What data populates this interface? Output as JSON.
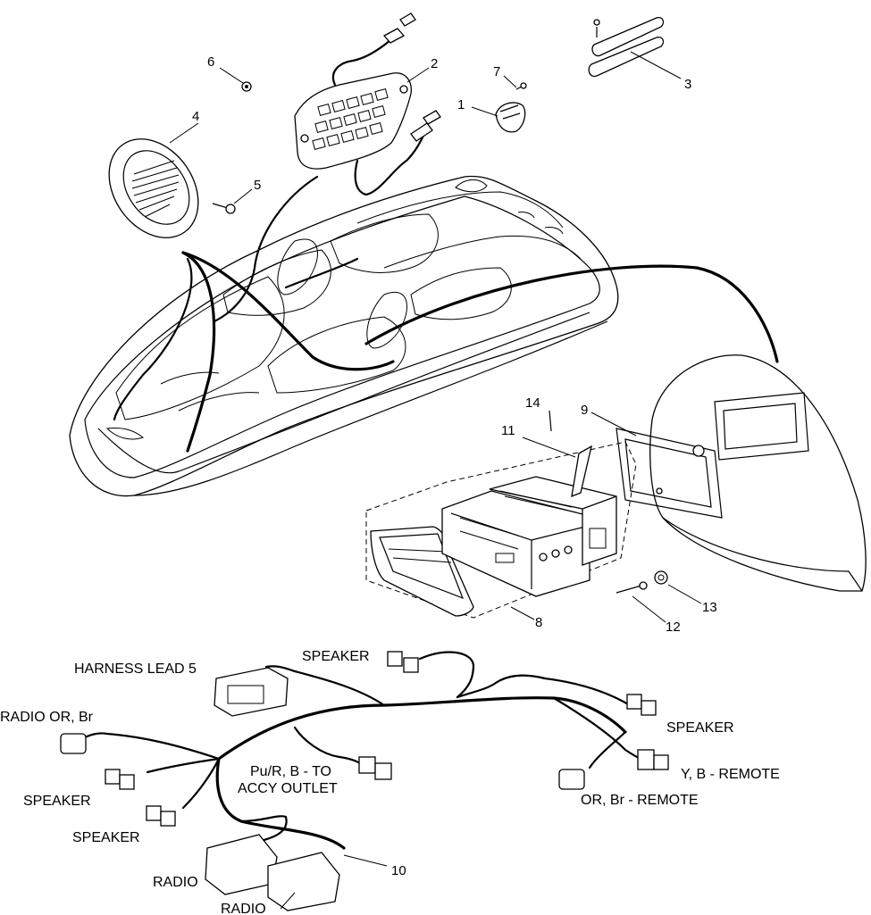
{
  "callouts": [
    "1",
    "2",
    "3",
    "4",
    "5",
    "6",
    "7",
    "8",
    "9",
    "10",
    "11",
    "12",
    "13",
    "14"
  ],
  "harness_labels": {
    "harness_lead": "HARNESS LEAD 5",
    "speaker_top": "SPEAKER",
    "radio_or_br": "RADIO OR, Br",
    "speaker_right": "SPEAKER",
    "accy_line1": "Pu/R, B - TO",
    "accy_line2": "ACCY OUTLET",
    "y_b_remote": "Y, B - REMOTE",
    "speaker_left_1": "SPEAKER",
    "or_br_remote": "OR, Br - REMOTE",
    "speaker_left_2": "SPEAKER",
    "radio_1": "RADIO",
    "radio_2": "RADIO"
  }
}
